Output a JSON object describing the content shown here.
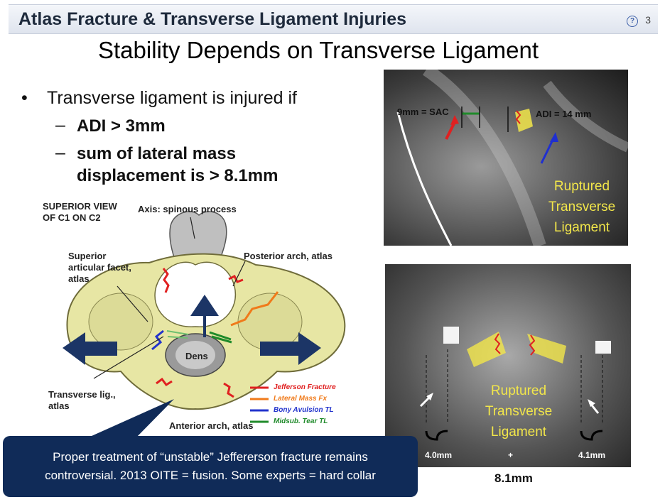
{
  "header": {
    "title": "Atlas Fracture & Transverse Ligament Injuries",
    "help_glyph": "?",
    "page_number": "3"
  },
  "slide": {
    "subtitle": "Stability Depends on Transverse Ligament",
    "bullet_marker": "•",
    "bullet_main": "Transverse ligament is injured if",
    "dash": "–",
    "sub1": "ADI > 3mm",
    "sub2_line1": "sum of lateral mass",
    "sub2_line2": "displacement is > 8.1mm"
  },
  "diagram": {
    "view_line1": "SUPERIOR VIEW",
    "view_line2": "OF C1 ON C2",
    "axis_label": "Axis:  spinous process",
    "superior_line1": "Superior",
    "superior_line2": "articular facet,",
    "superior_line3": "atlas",
    "posterior_label": "Posterior arch, atlas",
    "dens_label": "Dens",
    "transverse_line1": "Transverse lig.,",
    "transverse_line2": "atlas",
    "anterior_label": "Anterior arch, atlas",
    "legend": [
      {
        "label": "Jefferson Fracture",
        "color": "#e02020"
      },
      {
        "label": "Lateral Mass Fx",
        "color": "#f07a1a"
      },
      {
        "label": "Bony Avulsion TL",
        "color": "#2233cc"
      },
      {
        "label": "Midsub. Tear TL",
        "color": "#1f8a2a"
      }
    ]
  },
  "xray_top": {
    "sac_label": "9mm = SAC",
    "adi_label": "ADI = 14 mm",
    "ruptured_line1": "Ruptured",
    "ruptured_line2": "Transverse",
    "ruptured_line3": "Ligament"
  },
  "xray_bottom": {
    "ruptured_line1": "Ruptured",
    "ruptured_line2": "Transverse",
    "ruptured_line3": "Ligament",
    "left_measure": "4.0mm",
    "plus": "+",
    "right_measure": "4.1mm",
    "sum": "8.1mm"
  },
  "note": {
    "line1": "Proper treatment of “unstable” Jeffererson fracture remains",
    "line2": "controversial. 2013 OITE = fusion. Some experts = hard collar"
  },
  "colors": {
    "bone": "#e7e6a4",
    "arrow": "#1c3566",
    "note_bg": "#102b58",
    "callout": "#f2e64a"
  }
}
